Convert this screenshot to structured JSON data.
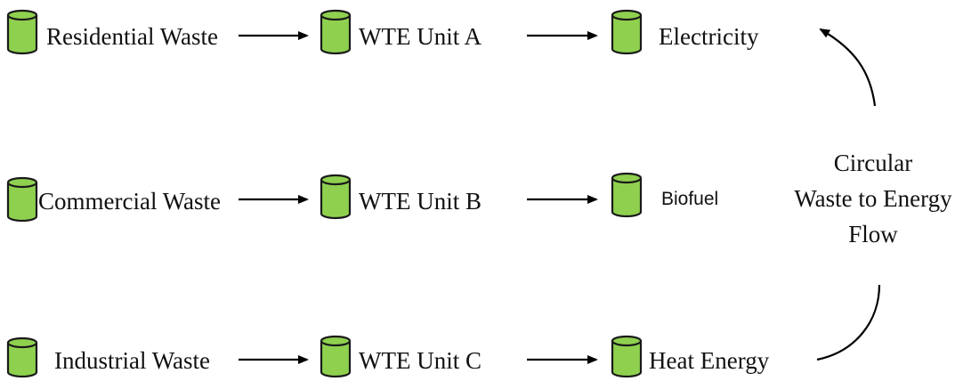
{
  "colors": {
    "cylinder_fill": "#8fd14f",
    "stroke": "#1a1a1a"
  },
  "icons": {
    "node": "green-cylinder-icon"
  },
  "rows": [
    {
      "source": "Residential Waste",
      "unit": "WTE Unit A",
      "output": "Electricity"
    },
    {
      "source": "Commercial Waste",
      "unit": "WTE Unit B",
      "output": "Biofuel"
    },
    {
      "source": "Industrial Waste",
      "unit": "WTE Unit C",
      "output": "Heat Energy"
    }
  ],
  "cycle_label": [
    "Circular",
    "Waste to Energy",
    "Flow"
  ]
}
